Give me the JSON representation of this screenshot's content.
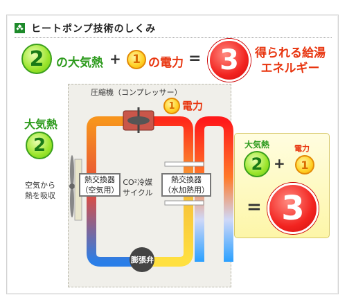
{
  "title": "ヒートポンプ技術のしくみ",
  "equation": {
    "n_air": "2",
    "air_label": "の大気熱",
    "plus": "+",
    "n_power": "1",
    "power_label": "の電力",
    "equals": "=",
    "n_result": "3",
    "result_line1": "得られる給湯",
    "result_line2": "エネルギー"
  },
  "diagram": {
    "compressor_label": "圧縮機（コンプレッサー）",
    "power_n": "1",
    "power_label": "電力",
    "air_heat_label": "大気熱",
    "air_heat_n": "2",
    "absorb_line1": "空気から",
    "absorb_line2": "熱を吸収",
    "hx_air_line1": "熱交換器",
    "hx_air_line2": "（空気用）",
    "refrigerant_line1": "CO²冷媒",
    "refrigerant_line2": "サイクル",
    "hx_water_line1": "熱交換器",
    "hx_water_line2": "（水加熱用）",
    "valve_label": "膨張弁"
  },
  "summary": {
    "air_label": "大気熱",
    "air_n": "2",
    "plus": "+",
    "power_label": "電力",
    "power_n": "1",
    "equals": "=",
    "result_n": "3"
  },
  "colors": {
    "green": "#6cc617",
    "orange": "#f6a80a",
    "red": "#e8350f",
    "title_icon": "#1d8a2a"
  }
}
